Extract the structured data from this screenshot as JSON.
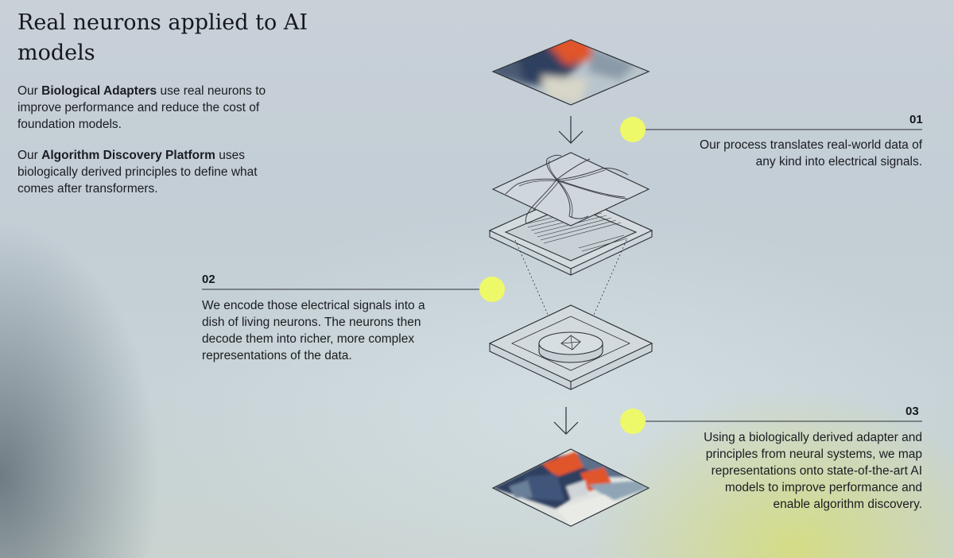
{
  "header": {
    "title": "Real neurons applied to AI models"
  },
  "intro": {
    "p1_bold": "Biological Adapters",
    "p1_pre": "Our ",
    "p1_post": " use real neurons to improve performance and reduce the cost of foundation models.",
    "p2_pre": "Our ",
    "p2_bold": "Algorithm Discovery Platform",
    "p2_post": " uses biologically derived principles to define what comes after transformers."
  },
  "steps": [
    {
      "number": "01",
      "text": "Our process translates real-world data of any kind into electrical signals."
    },
    {
      "number": "02",
      "text": "We encode those electrical signals into a dish of living neurons. The neurons then decode them into richer, more complex representations of the data."
    },
    {
      "number": "03",
      "text": "Using a biologically derived adapter and principles from neural systems, we map representations onto state-of-the-art AI models to improve performance and enable algorithm discovery."
    }
  ],
  "colors": {
    "accent_dot": "#eef96a",
    "image_orange": "#e0542a",
    "image_navy": "#2f3f5e",
    "line": "#2c3036"
  },
  "icons": [
    "arrow-down-icon",
    "arrow-down-icon"
  ]
}
